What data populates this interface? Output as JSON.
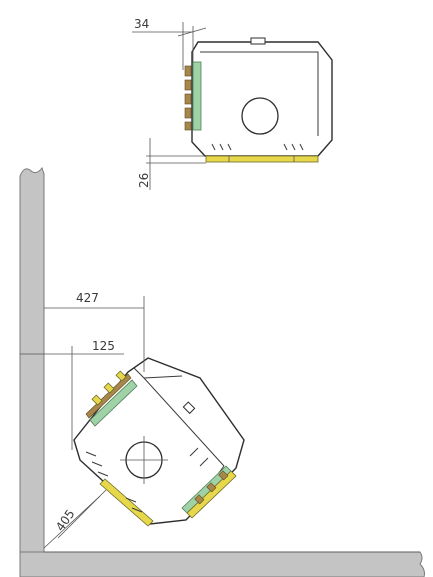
{
  "top_view": {
    "dim_side_gap": "34",
    "dim_bottom_gap": "26"
  },
  "corner_view": {
    "dim_total": "427",
    "dim_offset": "125",
    "dim_diagonal": "405"
  },
  "colors": {
    "wall_fill": "#c4c4c4",
    "panel_yellow": "#e6d84a",
    "panel_green": "#9fd3a7",
    "panel_brown": "#a8884a"
  }
}
